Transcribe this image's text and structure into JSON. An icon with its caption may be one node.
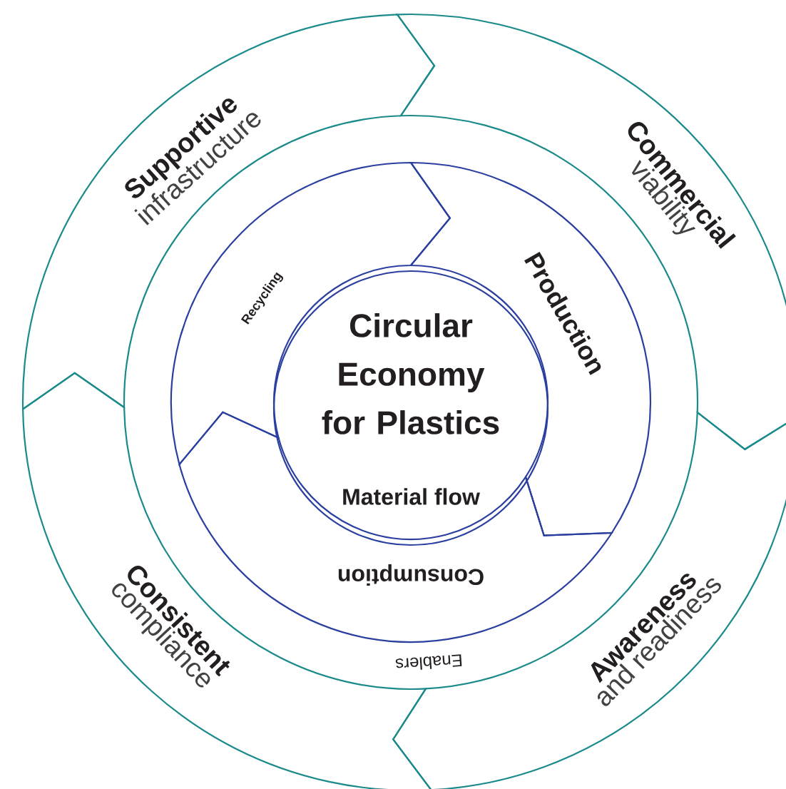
{
  "diagram": {
    "nodes": [
      {
        "text": [
          "Circular Economy for Plastics",
          "Material flow"
        ]
      },
      {
        "text": [
          "Production"
        ]
      },
      {
        "text": [
          "Consumption"
        ]
      },
      {
        "text": [
          "Recycling"
        ]
      },
      {
        "text": [
          "Supportive",
          "infrastructure"
        ]
      },
      {
        "text": [
          "Commercial",
          "viability"
        ]
      },
      {
        "text": [
          "Awareness",
          "and readiness"
        ]
      },
      {
        "text": [
          "Consistent",
          "compliance"
        ]
      }
    ],
    "labels": [
      "Enablers"
    ]
  }
}
